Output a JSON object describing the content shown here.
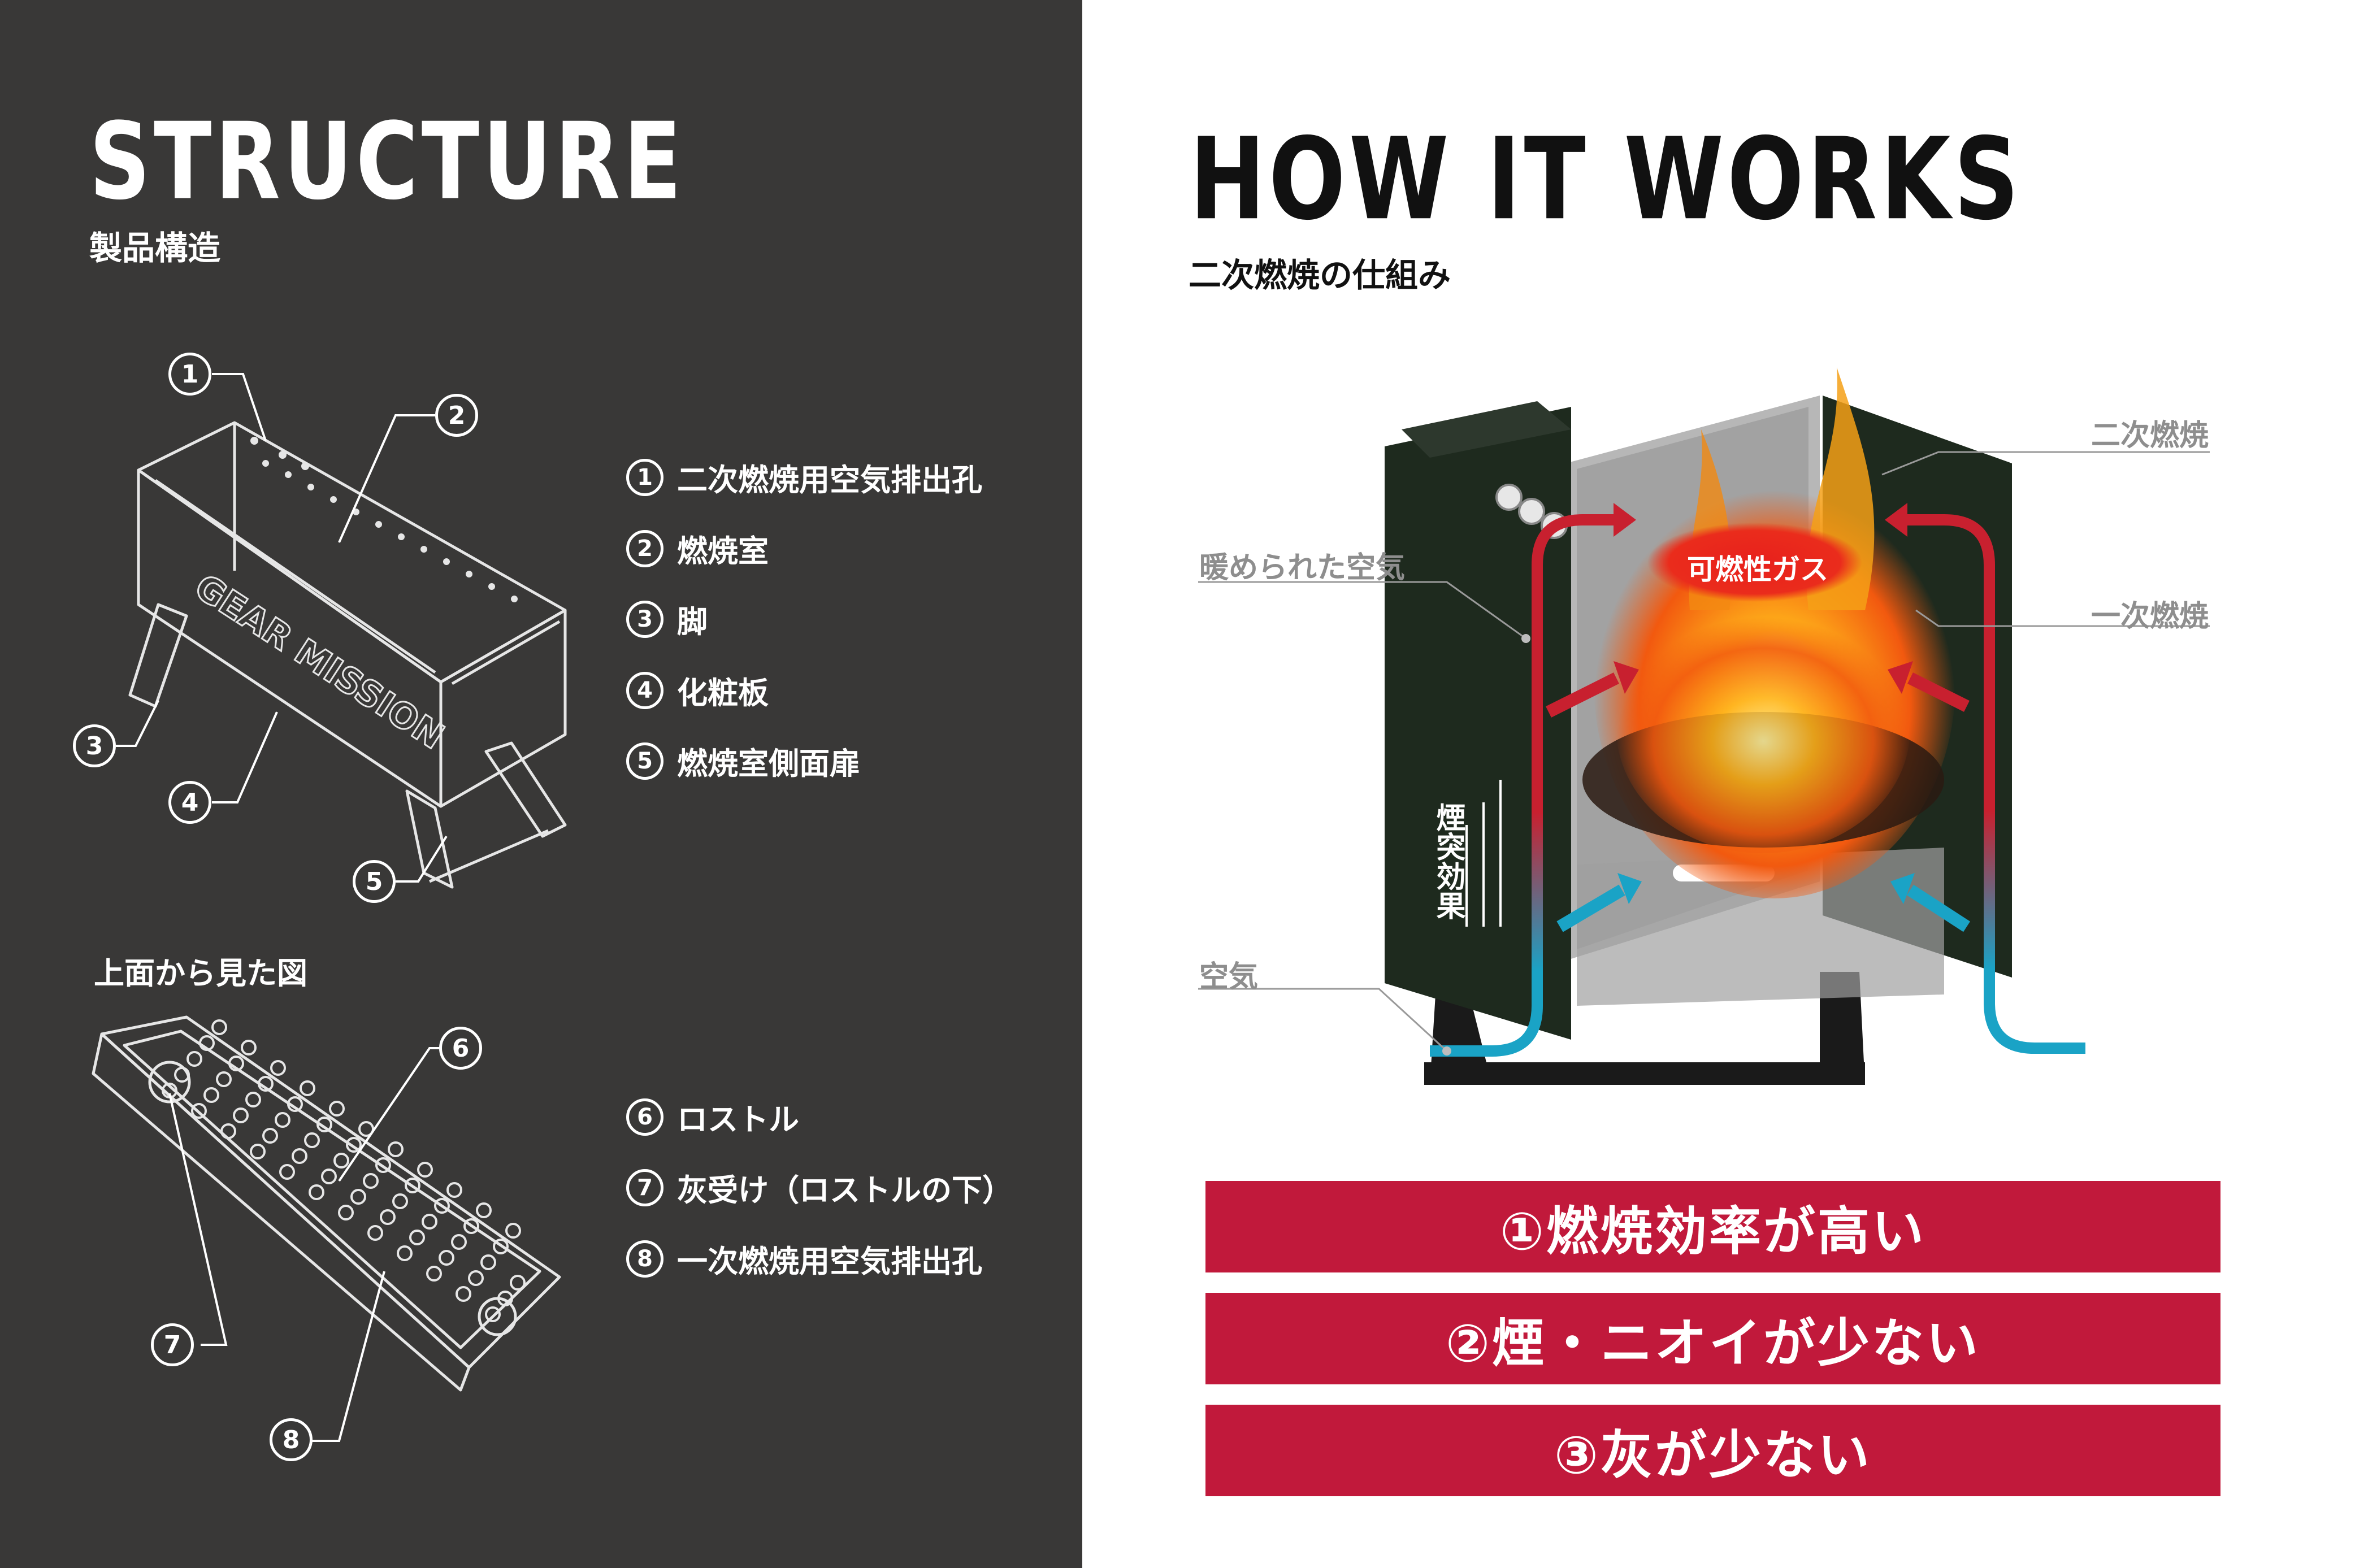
{
  "structure": {
    "title": "STRUCTURE",
    "subtitle": "製品構造",
    "diagram_text": "GEAR MISSION",
    "parts_top": [
      {
        "num": "1",
        "label": "二次燃焼用空気排出孔"
      },
      {
        "num": "2",
        "label": "燃焼室"
      },
      {
        "num": "3",
        "label": "脚"
      },
      {
        "num": "4",
        "label": "化粧板"
      },
      {
        "num": "5",
        "label": "燃焼室側面扉"
      }
    ],
    "top_view_label": "上面から見た図",
    "parts_bottom": [
      {
        "num": "6",
        "label": "ロストル"
      },
      {
        "num": "7",
        "label": "灰受け（ロストルの下）"
      },
      {
        "num": "8",
        "label": "一次燃焼用空気排出孔"
      }
    ]
  },
  "works": {
    "title": "HOW IT WORKS",
    "subtitle": "二次燃焼の仕組み",
    "callouts": {
      "secondary": "二次燃焼",
      "warm_air": "暖められた空気",
      "primary": "一次燃焼",
      "gas": "可燃性ガス",
      "chimney": "煙突効果",
      "air": "空気"
    },
    "benefits": [
      "①燃焼効率が高い",
      "②煙・ニオイが少ない",
      "③灰が少ない"
    ]
  },
  "colors": {
    "dark_panel": "#393837",
    "benefit_red": "#c1193b",
    "warm_arrow": "#c8202f",
    "cool_arrow": "#1aa3c6",
    "callout_gray": "#8e8e8e",
    "stove_green": "#1e2a1e"
  }
}
